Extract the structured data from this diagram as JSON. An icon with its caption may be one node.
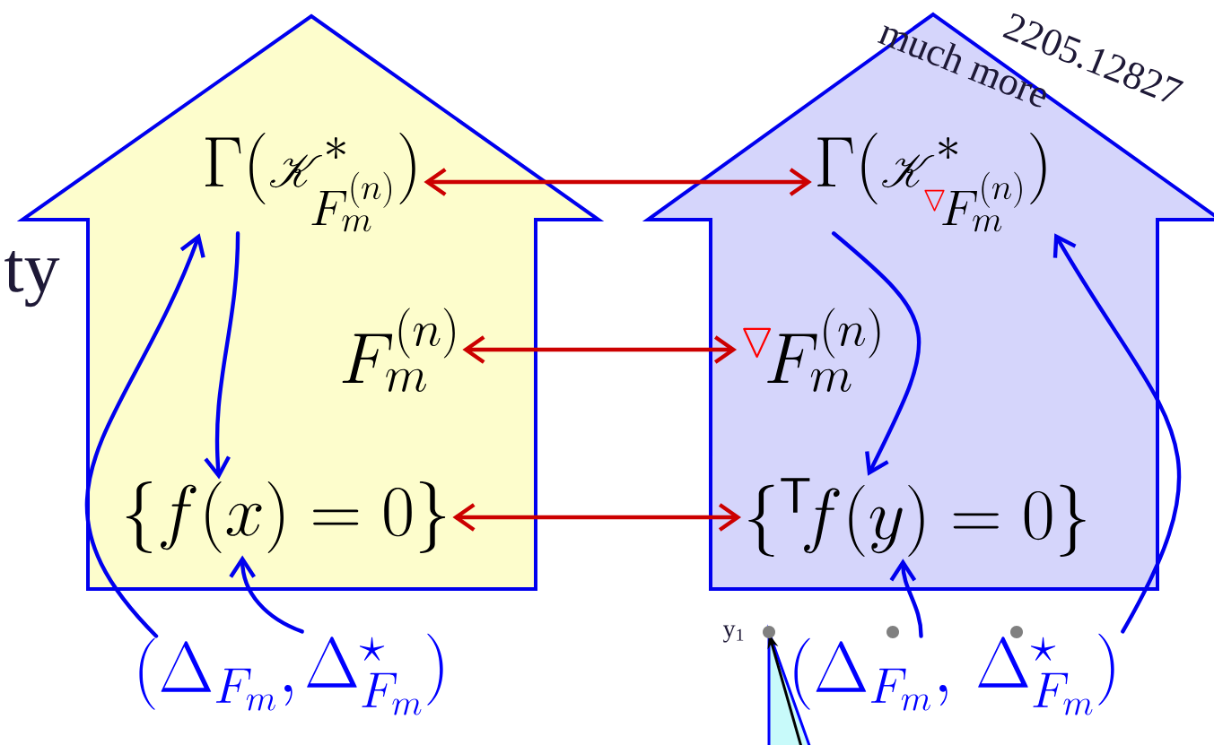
{
  "diagram": {
    "nodes": [
      {
        "text": [],
        "shape": "house"
      },
      {
        "text": [],
        "shape": "house"
      },
      {
        "text": [
          "\\Gamma(\\mathscr{K}^{*}_{F_m^{(n)}})"
        ],
        "in": 0
      },
      {
        "text": [
          "F_m^{(n)}"
        ],
        "in": 0
      },
      {
        "text": [
          "\\{f(x)=0\\}"
        ],
        "in": 0
      },
      {
        "text": [
          "\\Gamma(\\mathscr{K}^{*}_{{}^{\\color{red}\\triangledown}\\!F_m^{(n)}})"
        ],
        "in": 1
      },
      {
        "text": [
          "{}^{\\color{red}\\triangledown}\\!F_m^{(n)}"
        ],
        "in": 1
      },
      {
        "text": [
          "\\{{}^{\\mathsf{T}}\\!f(y)=0\\}"
        ],
        "in": 1
      },
      {
        "text": [
          "(\\Delta_{F_m},"
        ]
      },
      {
        "text": [
          "\\Delta^{\\star}_{F_m})"
        ]
      },
      {
        "text": [
          "(\\Delta_{F_m},"
        ]
      },
      {
        "text": [
          "\\Delta^{\\star}_{F_m})"
        ]
      }
    ],
    "edges": [
      {
        "from": 2,
        "to": 5,
        "arrow": "both",
        "color": "#cc0000"
      },
      {
        "from": 3,
        "to": 6,
        "arrow": "both",
        "color": "#cc0000"
      },
      {
        "from": 4,
        "to": 7,
        "arrow": "both",
        "color": "#cc0000"
      },
      {
        "from": 2,
        "to": 4,
        "arrow": "to"
      },
      {
        "from": 8,
        "to": 2,
        "arrow": "to"
      },
      {
        "from": 9,
        "to": 4,
        "arrow": "to"
      },
      {
        "from": 5,
        "to": 7,
        "arrow": "to"
      },
      {
        "from": 10,
        "to": 7,
        "arrow": "to"
      },
      {
        "from": 11,
        "to": 5,
        "arrow": "to"
      }
    ],
    "labels": [
      "ty",
      "2205.12827",
      "much more",
      "y$_{1}$"
    ]
  }
}
